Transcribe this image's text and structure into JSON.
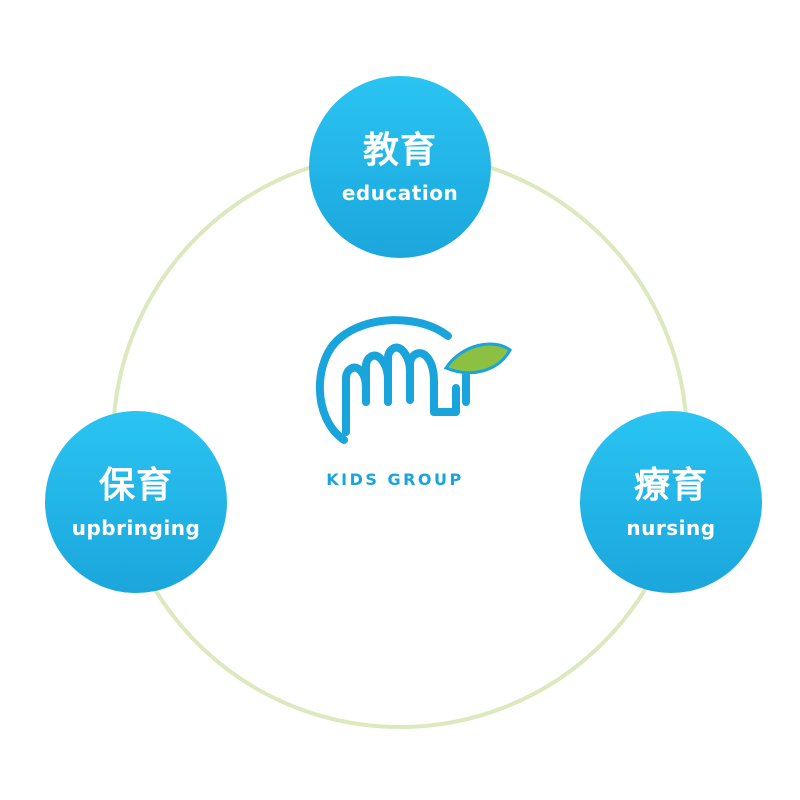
{
  "colors": {
    "ring": "#dce8bd",
    "node_top": "#2ac4f2",
    "node_bottom": "#1ba6dc",
    "logo_blue": "#1aa4dc",
    "leaf_green": "#8cc043"
  },
  "nodes": {
    "top": {
      "kanji": "教育",
      "en": "education"
    },
    "left": {
      "kanji": "保育",
      "en": "upbringing"
    },
    "right": {
      "kanji": "療育",
      "en": "nursing"
    }
  },
  "brand": {
    "name": "KIDS GROUP",
    "icon": "hand-sprout-logo-icon"
  }
}
